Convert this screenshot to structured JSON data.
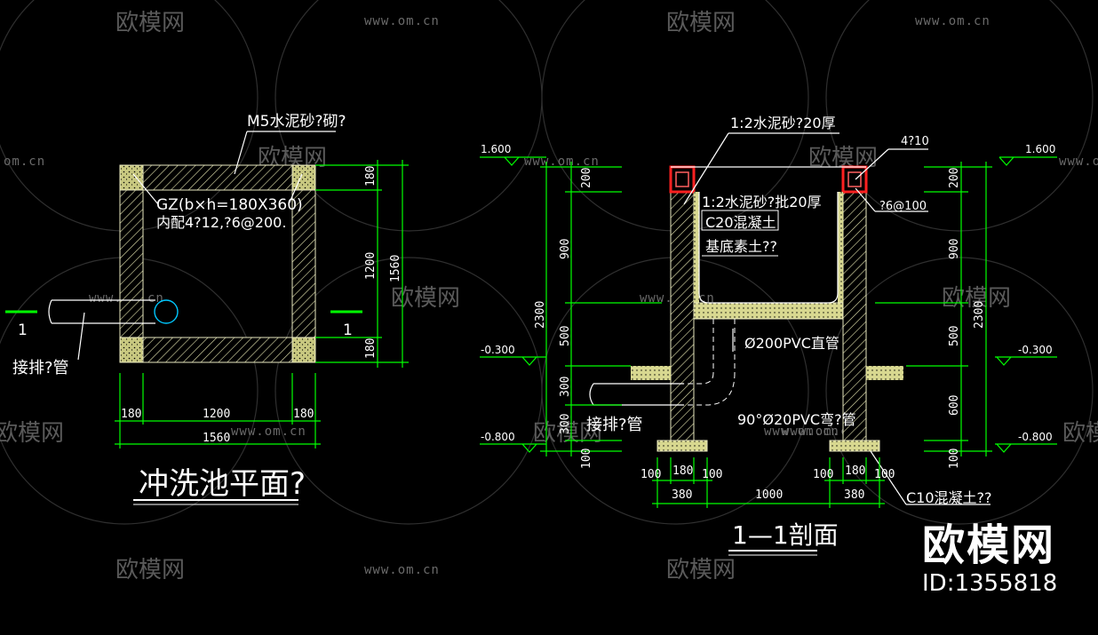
{
  "watermark": {
    "brand": "欧模网",
    "url": "www.om.cn",
    "url_fragment": "om.cn",
    "brand_fragment": "欧模网"
  },
  "brand_badge": {
    "name": "欧模网",
    "id": "ID:1355818"
  },
  "plan": {
    "title": "冲洗池平面?",
    "mortar_note": "M5水泥砂?砌?",
    "column_note_1": "GZ(b×h=180X360)",
    "column_note_2": "内配4?12,?6@200.",
    "pipe_note": "接排?管",
    "section_mark_left": "1",
    "section_mark_right": "1",
    "dim_right": [
      "180",
      "1200",
      "180",
      "1560"
    ],
    "dim_bottom": [
      "180",
      "1200",
      "180",
      "1560"
    ]
  },
  "section": {
    "title": "1—1剖面",
    "top_note": "1:2水泥砂?20厚",
    "inner_note_1": "1:2水泥砂?批20厚",
    "inner_note_2": "C20混凝土",
    "inner_note_3": "基底素土??",
    "rebar_note": "4?10",
    "stirrup_note": "?6@100",
    "pipe_straight": "Ø200PVC直管",
    "pipe_elbow": "90°Ø20PVC弯?管",
    "drain_note": "接排?管",
    "footing_note": "C10混凝土??",
    "elev_top_left": "1.600",
    "elev_top_right": "1.600",
    "elev_mid_left": "-0.300",
    "elev_mid_right": "-0.300",
    "elev_low_left": "-0.800",
    "elev_low_right": "-0.800",
    "dim_left": [
      "200",
      "900",
      "500",
      "300",
      "300",
      "100",
      "2300"
    ],
    "dim_right": [
      "200",
      "900",
      "500",
      "600",
      "100",
      "2300"
    ],
    "dim_bottom_left": [
      "100",
      "180",
      "100",
      "380"
    ],
    "dim_bottom_mid": "1000",
    "dim_bottom_right": [
      "100",
      "180",
      "100",
      "380"
    ]
  }
}
